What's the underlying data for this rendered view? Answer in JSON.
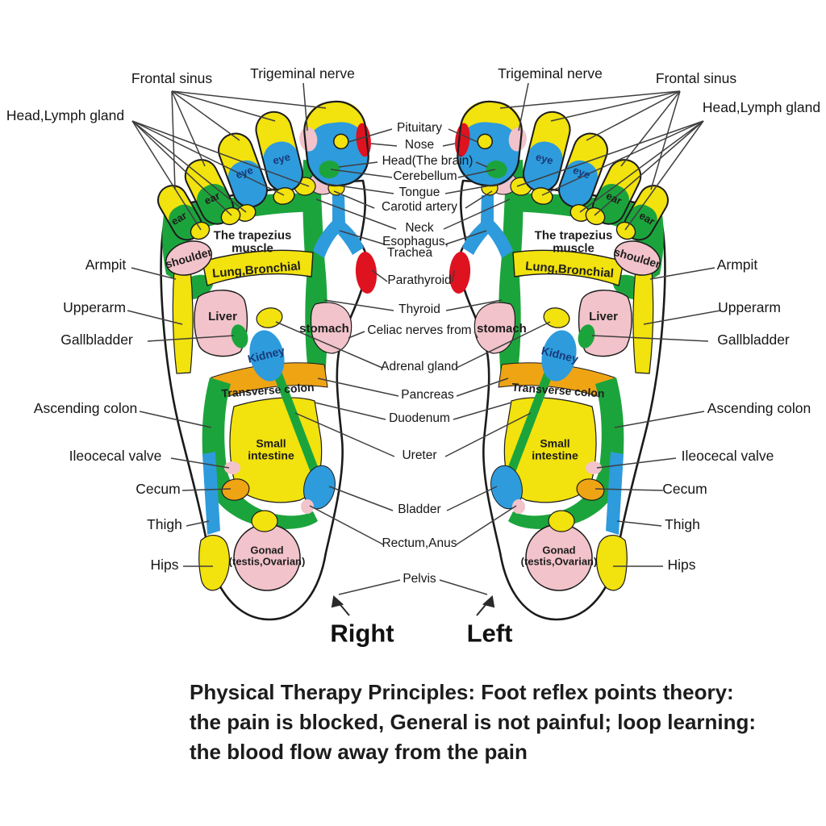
{
  "palette": {
    "yellow": "#F2E20D",
    "blue": "#2E9BDC",
    "green": "#1CA43C",
    "pink": "#F2C3CA",
    "red": "#DF1220",
    "orange": "#EFA414",
    "ink": "#1b1b1b",
    "line": "#3f3f3f",
    "text": "#161616"
  },
  "top": {
    "frontal_sinus": "Frontal sinus",
    "trigeminal_nerve": "Trigeminal nerve",
    "head_lymph_gland": "Head,Lymph gland"
  },
  "side": {
    "armpit": "Armpit",
    "upperarm": "Upperarm",
    "gallbladder": "Gallbladder",
    "ascending_colon": "Ascending colon",
    "ileocecal_valve": "Ileocecal valve",
    "cecum": "Cecum",
    "thigh": "Thigh",
    "hips": "Hips"
  },
  "center": {
    "pituitary": "Pituitary",
    "nose": "Nose",
    "head_the_brain": "Head(The brain)",
    "cerebellum": "Cerebellum",
    "tongue": "Tongue",
    "carotid_artery": "Carotid artery",
    "neck": "Neck",
    "esophagus": "Esophagus,",
    "trachea": "Trachea",
    "parathyroid": "Parathyroid",
    "thyroid": "Thyroid",
    "celiac_nerves_from": "Celiac nerves from",
    "adrenal_gland": "Adrenal gland",
    "pancreas": "Pancreas",
    "duodenum": "Duodenum",
    "ureter": "Ureter",
    "bladder": "Bladder",
    "rectum_anus": "Rectum,Anus",
    "pelvis": "Pelvis"
  },
  "foot": {
    "eye": "eye",
    "ear": "ear",
    "shoulder": "shoulder",
    "trapezius": "The trapezius muscle",
    "lung_bronchial": "Lung,Bronchial",
    "liver": "Liver",
    "stomach": "stomach",
    "kidney": "Kidney",
    "transverse_colon": "Transverse colon",
    "small_intestine": "Small intestine",
    "gonad": "Gonad",
    "gonad_sub": "(testis,Ovarian)"
  },
  "footer": {
    "right_foot": "Right",
    "left_foot": "Left"
  },
  "caption": {
    "line1": "Physical Therapy Principles: Foot reflex points theory:",
    "line2": "the pain is blocked, General is not painful; loop learning:",
    "line3": "the blood flow away from the pain"
  }
}
